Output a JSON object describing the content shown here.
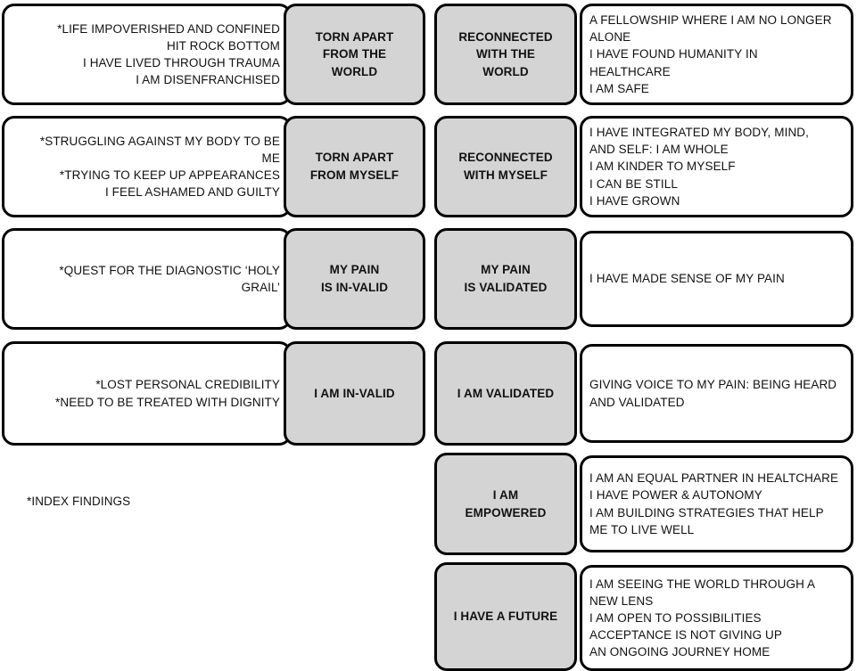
{
  "figure": {
    "type": "two-column-thematic-map",
    "legend_note": "*INDEX FINDINGS",
    "colors": {
      "theme_fill": "#d4d4d4",
      "outcome_fill": "#ffffff",
      "border": "#000000",
      "text": "#111111"
    }
  },
  "negative_column": {
    "label": "torn-apart-negative-themes",
    "rows": [
      {
        "findings": "*LIFE IMPOVERISHED AND CONFINED\nHIT ROCK BOTTOM\nI  HAVE LIVED THROUGH TRAUMA\nI  AM DISENFRANCHISED",
        "theme": "TORN APART\nFROM THE\nWORLD"
      },
      {
        "findings": "*STRUGGLING AGAINST MY BODY TO BE\nME\n*TRYING TO KEEP UP APPEARANCES\nI FEEL ASHAMED AND GUILTY",
        "theme": "TORN APART\nFROM  MYSELF"
      },
      {
        "findings": "*QUEST FOR THE DIAGNOSTIC ‘HOLY\nGRAIL’",
        "theme": "MY PAIN\nIS IN-VALID"
      },
      {
        "findings": "*LOST PERSONAL CREDIBILITY\n*NEED TO BE TREATED WITH DIGNITY",
        "theme": "I AM IN-VALID"
      }
    ]
  },
  "positive_column": {
    "label": "reconnected-positive-themes",
    "rows": [
      {
        "theme": "RECONNECTED\nWITH THE\nWORLD",
        "outcomes": "A FELLOWSHIP WHERE I AM NO LONGER\nALONE\nI HAVE FOUND HUMANITY IN\nHEALTHCARE\nI AM SAFE"
      },
      {
        "theme": "RECONNECTED\nWITH MYSELF",
        "outcomes": "I HAVE INTEGRATED MY BODY, MIND,\nAND SELF: I AM WHOLE\nI AM KINDER TO MYSELF\nI CAN BE STILL\nI HAVE GROWN"
      },
      {
        "theme": "MY PAIN\nIS VALIDATED",
        "outcomes": "I HAVE MADE SENSE OF MY PAIN"
      },
      {
        "theme": "I AM VALIDATED",
        "outcomes": "GIVING VOICE TO MY PAIN: BEING HEARD\nAND VALIDATED"
      },
      {
        "theme": "I AM\nEMPOWERED",
        "outcomes": "I AM AN EQUAL PARTNER IN HEALTCHARE\nI HAVE POWER & AUTONOMY\nI AM BUILDING STRATEGIES THAT HELP\nME TO LIVE WELL"
      },
      {
        "theme": "I HAVE A FUTURE",
        "outcomes": "I AM SEEING THE WORLD THROUGH A\nNEW LENS\nI AM OPEN TO POSSIBILITIES\nACCEPTANCE IS NOT GIVING UP\nAN ONGOING JOURNEY HOME"
      }
    ]
  }
}
